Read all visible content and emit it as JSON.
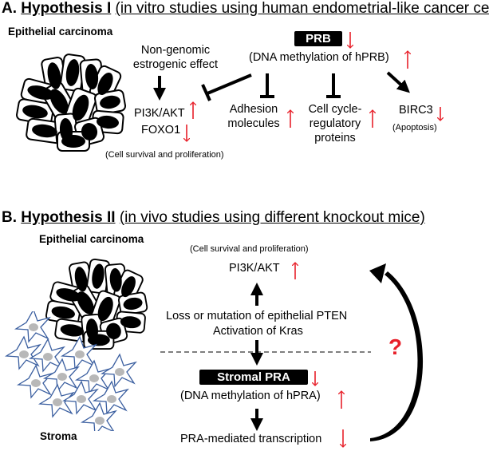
{
  "colors": {
    "up_down_arrow": "#e8202a",
    "question_mark": "#e8202a",
    "stroma_outline": "#3b5fa0",
    "stroma_nucleus": "#b8b8b8"
  },
  "panel_a": {
    "letter": "A.",
    "title": "Hypothesis I",
    "subtitle": "(in vitro studies using human endometrial-like cancer cells)",
    "cell_label": "Epithelial carcinoma",
    "nongenomic": [
      "Non-genomic",
      "estrogenic effect"
    ],
    "prb_box": "PRB",
    "prb_change": "down",
    "dna_methylation": "(DNA methylation of hPRB)",
    "dna_methylation_change": "up",
    "targets": [
      {
        "label": [
          "PI3K/AKT"
        ],
        "change": "up",
        "relation": "activates/inhibited"
      },
      {
        "label": [
          "Adhesion",
          "molecules"
        ],
        "change": "up",
        "relation": "inhibits"
      },
      {
        "label": [
          "Cell cycle-",
          "regulatory",
          "proteins"
        ],
        "change": "up",
        "relation": "inhibits"
      },
      {
        "label": [
          "BIRC3"
        ],
        "change": "down",
        "relation": "activates"
      }
    ],
    "foxo1": "FOXO1",
    "foxo1_change": "down",
    "survival_note": "(Cell survival and proliferation)",
    "apoptosis_note": "(Apoptosis)"
  },
  "panel_b": {
    "letter": "B.",
    "title": "Hypothesis II",
    "subtitle": "(in vivo studies using different knockout mice)",
    "cell_label": "Epithelial carcinoma",
    "stroma_label": "Stroma",
    "survival_note": "(Cell survival and proliferation)",
    "pi3k": "PI3K/AKT",
    "pi3k_change": "up",
    "pten": "Loss or mutation of epithelial PTEN",
    "kras": "Activation of Kras",
    "stromal_pra_box": "Stromal PRA",
    "stromal_pra_change": "down",
    "dna_methylation": "(DNA methylation of hPRA)",
    "dna_methylation_change": "up",
    "pra_transcription": "PRA-mediated transcription",
    "pra_transcription_change": "down",
    "feedback_question": "?"
  }
}
